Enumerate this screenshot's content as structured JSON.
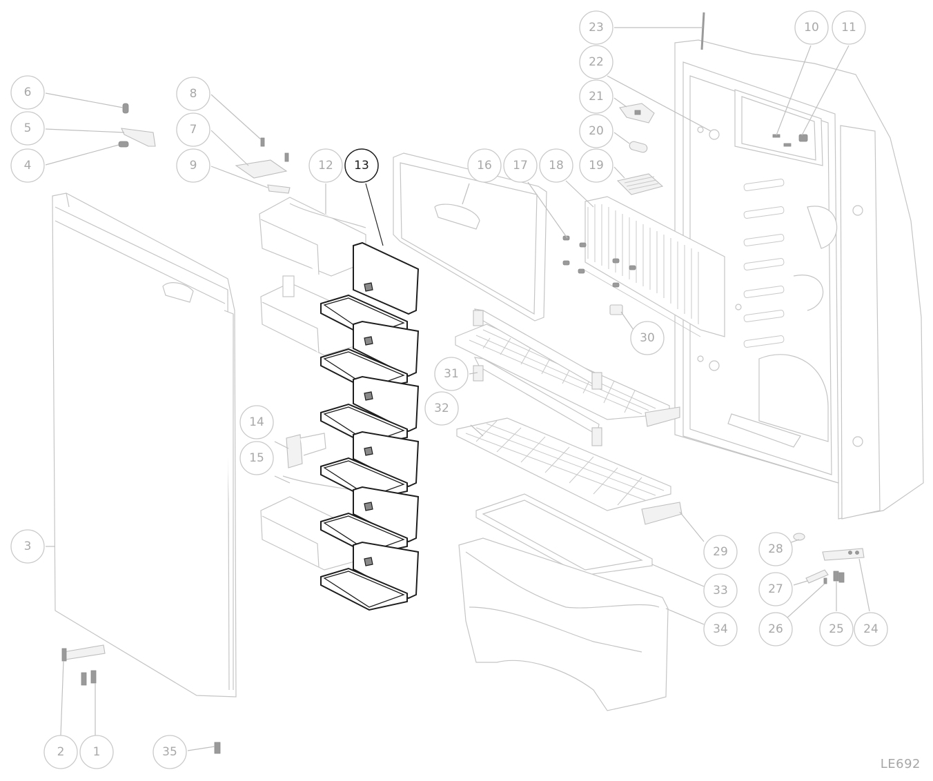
{
  "drawing_code": "LE692",
  "highlighted_part": "13",
  "callouts": {
    "p1": "1",
    "p2": "2",
    "p3": "3",
    "p4": "4",
    "p5": "5",
    "p6": "6",
    "p7": "7",
    "p8": "8",
    "p9": "9",
    "p10": "10",
    "p11": "11",
    "p12": "12",
    "p13": "13",
    "p14": "14",
    "p15": "15",
    "p16": "16",
    "p17": "17",
    "p18": "18",
    "p19": "19",
    "p20": "20",
    "p21": "21",
    "p22": "22",
    "p23": "23",
    "p24": "24",
    "p25": "25",
    "p26": "26",
    "p27": "27",
    "p28": "28",
    "p29": "29",
    "p30": "30",
    "p31": "31",
    "p32": "32",
    "p33": "33",
    "p34": "34",
    "p35": "35"
  },
  "colors": {
    "line": "#c4c4c4",
    "label": "#a8a8a8",
    "highlight": "#1d1d1d"
  }
}
